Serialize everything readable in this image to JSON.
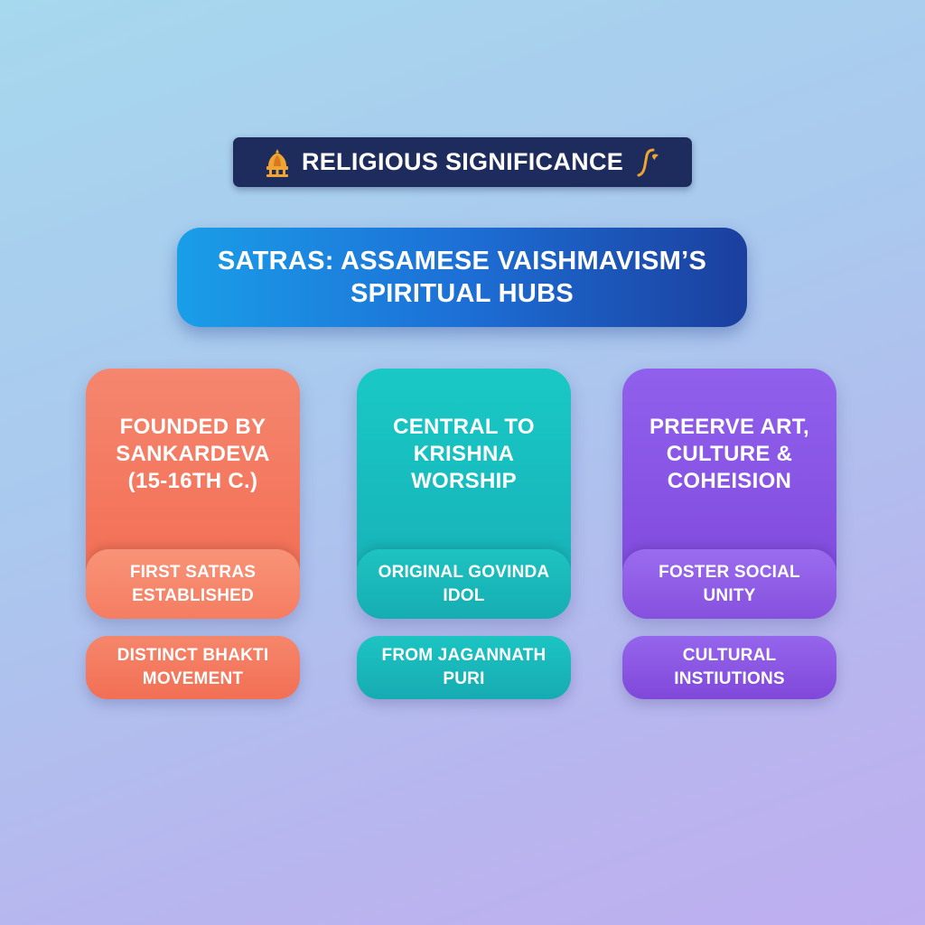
{
  "header": {
    "badge_text": "RELIGIOUS SIGNIFICANCE",
    "left_icon": "temple-icon",
    "right_icon": "flute-icon",
    "badge_color": "#1d2c5c",
    "icon_color": "#f0a431"
  },
  "title": {
    "text": "SATRAS: ASSAMESE VAISHMAVISM’S SPIRITUAL HUBS"
  },
  "columns": [
    {
      "color": "#f26a4f",
      "card_title": "FOUNDED BY SANKARDEVA (15-16TH C.)",
      "card_sub": "FIRST SATRAS ESTABLISHED",
      "pill": "DISTINCT BHAKTI MOVEMENT"
    },
    {
      "color": "#17aeb6",
      "card_title": "CENTRAL TO KRISHNA WORSHIP",
      "card_sub": "ORIGINAL GOVINDA IDOL",
      "pill": "FROM JAGANNATH PURI"
    },
    {
      "color": "#7f47dc",
      "card_title": "PREERVE ART, CULTURE & COHEISION",
      "card_sub": "FOSTER SOCIAL UNITY",
      "pill": "CULTURAL INSTIUTIONS"
    }
  ]
}
